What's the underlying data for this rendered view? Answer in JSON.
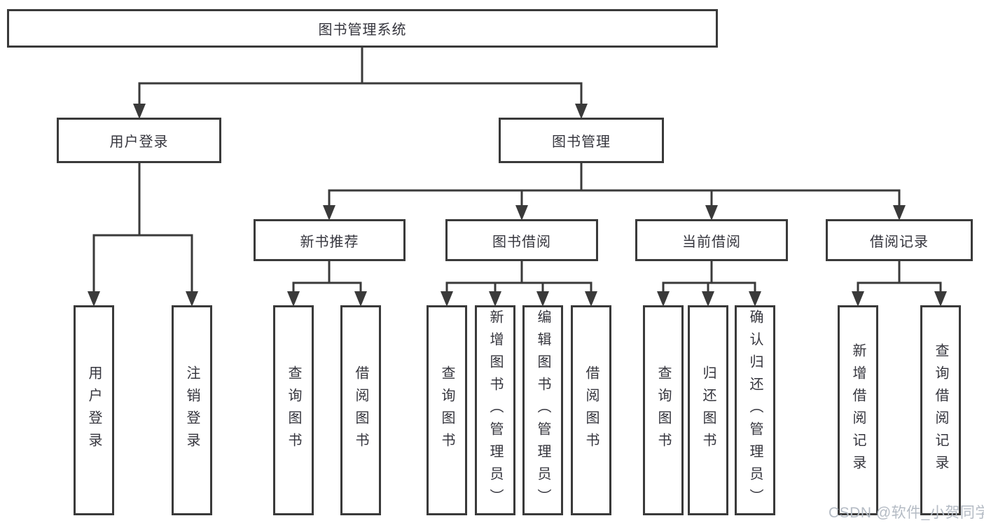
{
  "colors": {
    "line": "#3a3a3a",
    "box_border": "#3a3a3a",
    "box_fill": "#ffffff",
    "text": "#35353d",
    "watermark": "#b4bbc4"
  },
  "tree": {
    "root": {
      "label": "图书管理系统"
    },
    "branches": [
      {
        "label": "用户登录",
        "children": [
          {
            "label": "用户登录"
          },
          {
            "label": "注销登录"
          }
        ]
      },
      {
        "label": "图书管理",
        "children": [
          {
            "label": "新书推荐",
            "children": [
              {
                "label": "查询图书"
              },
              {
                "label": "借阅图书"
              }
            ]
          },
          {
            "label": "图书借阅",
            "children": [
              {
                "label": "查询图书"
              },
              {
                "label": "新增图书（管理员）"
              },
              {
                "label": "编辑图书（管理员）"
              },
              {
                "label": "借阅图书"
              }
            ]
          },
          {
            "label": "当前借阅",
            "children": [
              {
                "label": "查询图书"
              },
              {
                "label": "归还图书"
              },
              {
                "label": "确认归还（管理员）"
              }
            ]
          },
          {
            "label": "借阅记录",
            "children": [
              {
                "label": "新增借阅记录"
              },
              {
                "label": "查询借阅记录"
              }
            ]
          }
        ]
      }
    ]
  },
  "watermark": {
    "text": "CSDN @软件_小贺同学"
  }
}
